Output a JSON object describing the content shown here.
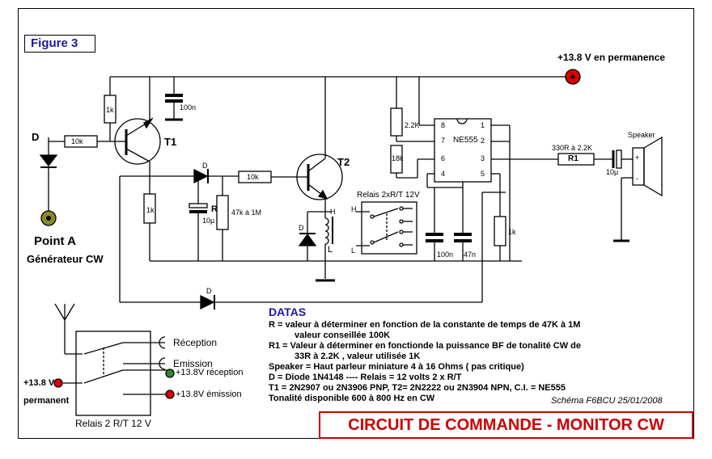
{
  "figure_label": "Figure 3",
  "title": "CIRCUIT DE COMMANDE - MONITOR CW",
  "supply": "+13.8 V en permanence",
  "labels": {
    "d_input": "D",
    "point_a": "Point A",
    "generator": "Générateur CW",
    "r1k_top": "1k",
    "r10k_1": "10k",
    "t1": "T1",
    "c100n_top": "100n",
    "diode_d1": "D",
    "c10u": "10µ",
    "r_label": "R",
    "r_value": "47k à 1M",
    "r1k_mid": "1k",
    "r10k_2": "10k",
    "t2": "T2",
    "relay_coil_h": "H",
    "relay_coil_l": "L",
    "diode_coil": "D",
    "relay_label": "Relais 2xR/T 12V",
    "relay_h": "H",
    "relay_l": "L",
    "r2k2": "2.2K",
    "r18k": "18k",
    "ne555": "NE555",
    "pin8": "8",
    "pin7": "7",
    "pin6": "6",
    "pin4": "4",
    "pin1": "1",
    "pin2": "2",
    "pin3": "3",
    "pin5": "5",
    "c100n_bot": "100n",
    "c47n": "47n",
    "r1k_right": "1k",
    "r1_range": "330R à 2.2K",
    "r1": "R1",
    "c10u_out": "10µ",
    "speaker": "Speaker",
    "sp_plus": "+",
    "sp_minus": "-",
    "diode_bottom": "D"
  },
  "relay_block": {
    "reception": "Réception",
    "emission": "Emission",
    "plus_reception": "+13.8V réception",
    "plus_emission": "+13.8V émission",
    "supply_a": "+13.8 V",
    "supply_b": "permanent",
    "caption": "Relais 2 R/T 12 V"
  },
  "datas": {
    "header": "DATAS",
    "lines": [
      "R =  valeur à déterminer en fonction de la constante de temps de 47K à 1M",
      "valeur conseillée 100K",
      "R1 = Valeur à déterminer en fonctionde la puissance  BF de tonalité CW de",
      "33R à 2.2K , valeur  utilisée 1K",
      "Speaker = Haut parleur miniature 4 à 16 Ohms ( pas critique)",
      "D = Diode 1N4148   ----   Relais = 12 volts  2 x R/T",
      "T1 = 2N2907 ou 2N3906  PNP, T2= 2N2222 ou 2N3904 NPN, C.I. = NE555",
      "Tonalité disponible 600 à 800 Hz en CW"
    ]
  },
  "signature": "Schéma F6BCU 25/01/2008",
  "colors": {
    "figure_text": "#1a1aa0",
    "title_red": "#cc0000",
    "terminal_red": "#dd0000",
    "terminal_green": "#2a8a2a",
    "point_olive": "#8a8a20"
  }
}
